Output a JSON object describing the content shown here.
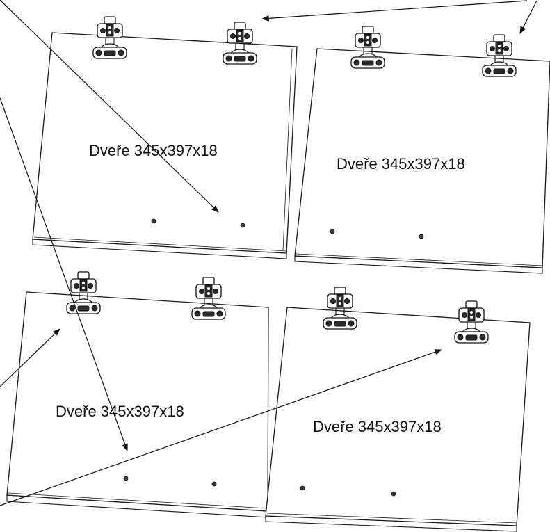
{
  "panels": [
    {
      "label": "Dveře 345x397x18"
    },
    {
      "label": "Dveře 345x397x18"
    },
    {
      "label": "Dveře 345x397x18"
    },
    {
      "label": "Dveře 345x397x18"
    }
  ]
}
